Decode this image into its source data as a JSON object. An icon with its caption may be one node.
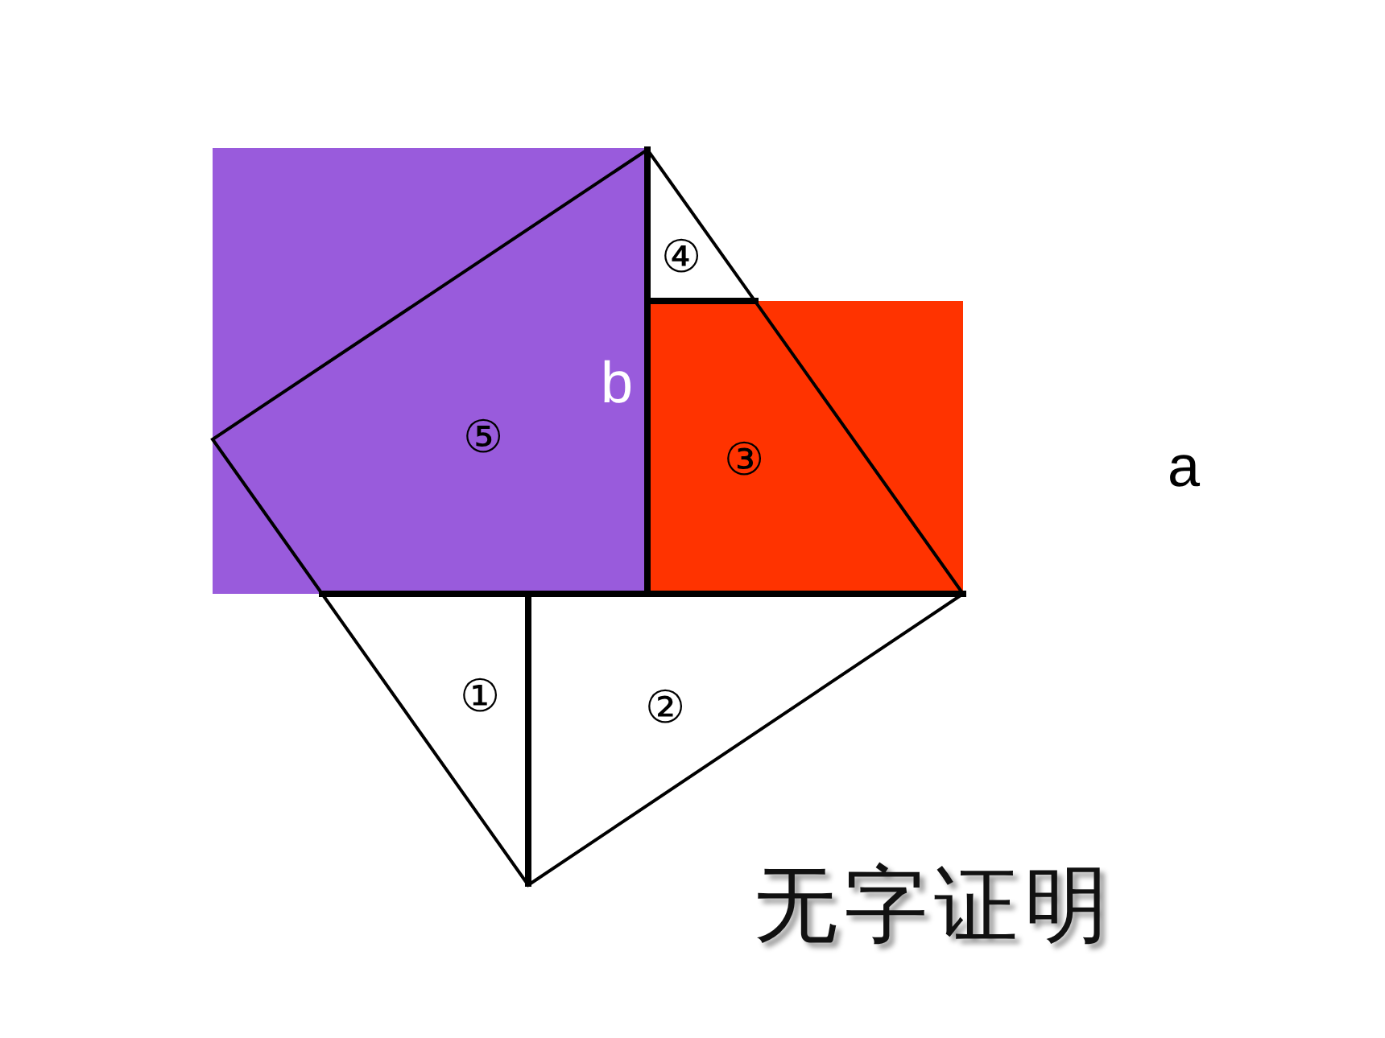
{
  "diagram": {
    "caption": "无字证明",
    "labels": [
      "④",
      "b",
      "⑤",
      "③",
      "a",
      "①",
      "②"
    ]
  }
}
